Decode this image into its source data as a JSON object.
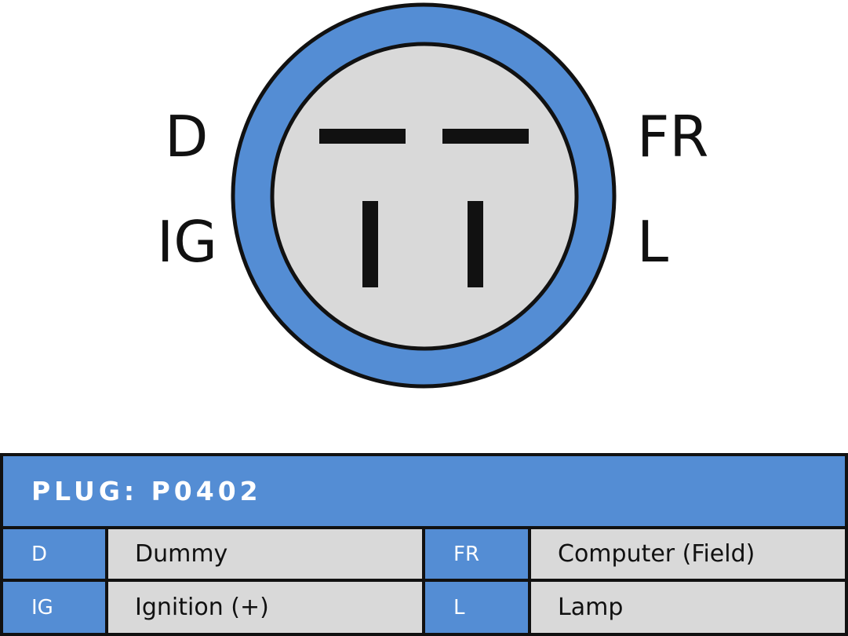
{
  "pins": {
    "D": "D",
    "IG": "IG",
    "FR": "FR",
    "L": "L"
  },
  "colors": {
    "ring": "#548dd4",
    "face": "#d9d9d9",
    "outline": "#111111"
  },
  "table": {
    "title": "PLUG: P0402",
    "rows": [
      {
        "code1": "D",
        "desc1": "Dummy",
        "code2": "FR",
        "desc2": "Computer (Field)"
      },
      {
        "code1": "IG",
        "desc1": "Ignition (+)",
        "code2": "L",
        "desc2": "Lamp"
      }
    ]
  }
}
